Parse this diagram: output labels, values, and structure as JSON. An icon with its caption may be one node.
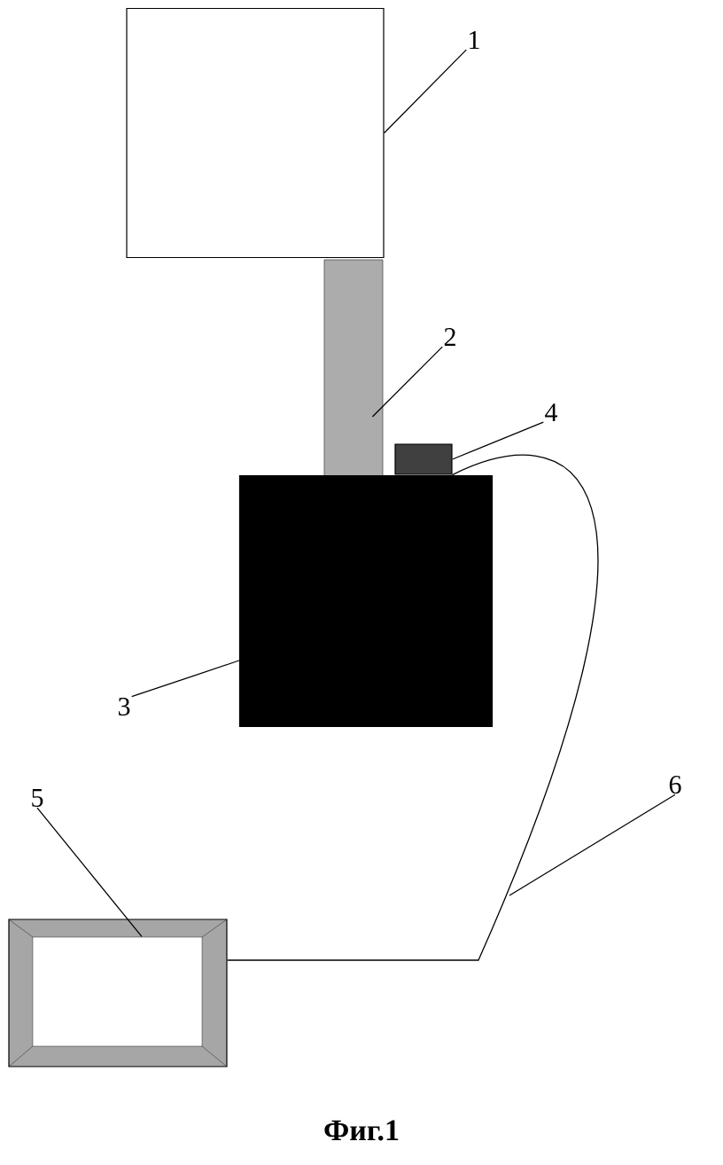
{
  "diagram": {
    "caption": "**Фиг.1**",
    "nodes": [
      {
        "text": [],
        "shape": "box"
      },
      {
        "text": [],
        "shape": "bar"
      },
      {
        "text": [],
        "shape": "box"
      },
      {
        "text": [],
        "shape": "box"
      },
      {
        "text": [],
        "shape": "box"
      },
      {
        "text": [
          "1"
        ]
      },
      {
        "text": [
          "2"
        ]
      },
      {
        "text": [
          "3"
        ]
      },
      {
        "text": [
          "4"
        ]
      },
      {
        "text": [
          "5"
        ]
      },
      {
        "text": [
          "6"
        ]
      }
    ],
    "edges": [
      {
        "from": 5,
        "to": 0,
        "arrow": "none"
      },
      {
        "from": 6,
        "to": 1,
        "arrow": "none"
      },
      {
        "from": 7,
        "to": 2,
        "arrow": "none"
      },
      {
        "from": 8,
        "to": 3,
        "arrow": "none"
      },
      {
        "from": 9,
        "to": 4,
        "arrow": "none"
      },
      {
        "from": 10,
        "to": null,
        "arrow": "none"
      },
      {
        "from": 3,
        "to": 4,
        "arrow": "none"
      }
    ]
  }
}
